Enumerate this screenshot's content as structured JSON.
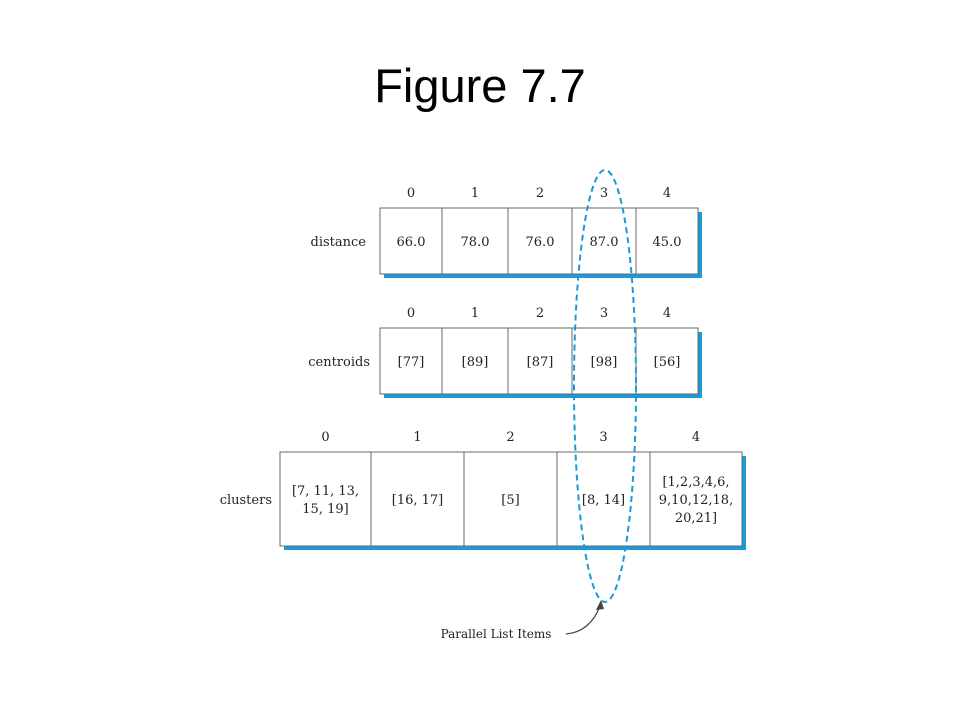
{
  "slide_title": "Figure 7.7",
  "colors": {
    "accent": "#1a9ad8",
    "box_fill": "#ffffff",
    "border": "#6a6a6a"
  },
  "arrays": [
    {
      "label": "distance",
      "indices": [
        "0",
        "1",
        "2",
        "3",
        "4"
      ],
      "items": [
        [
          "66.0"
        ],
        [
          "78.0"
        ],
        [
          "76.0"
        ],
        [
          "87.0"
        ],
        [
          "45.0"
        ]
      ]
    },
    {
      "label": "centroids",
      "indices": [
        "0",
        "1",
        "2",
        "3",
        "4"
      ],
      "items": [
        [
          "[77]"
        ],
        [
          "[89]"
        ],
        [
          "[87]"
        ],
        [
          "[98]"
        ],
        [
          "[56]"
        ]
      ]
    },
    {
      "label": "clusters",
      "indices": [
        "0",
        "1",
        "2",
        "3",
        "4"
      ],
      "items": [
        [
          "[7, 11, 13,",
          "15, 19]"
        ],
        [
          "[16, 17]"
        ],
        [
          "[5]"
        ],
        [
          "[8, 14]"
        ],
        [
          "[1,2,3,4,6,",
          "9,10,12,18,",
          "20,21]"
        ]
      ]
    }
  ],
  "highlight_index": 3,
  "annotation": "Parallel List Items"
}
